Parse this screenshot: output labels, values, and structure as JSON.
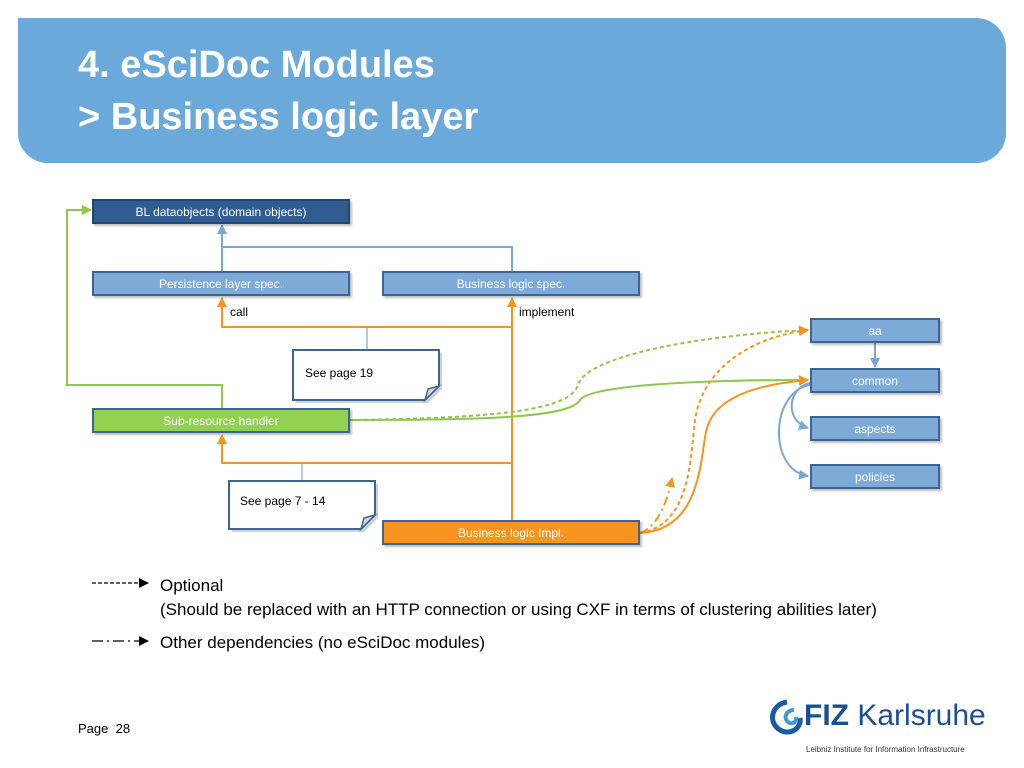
{
  "slide": {
    "title_line1": "4. eSciDoc Modules",
    "title_line2": "> Business logic layer"
  },
  "diagram": {
    "bl_dataobjects": "BL dataobjects (domain objects)",
    "persistence_spec": "Persistence layer spec.",
    "business_logic_spec": "Business logic spec.",
    "sub_resource_handler": "Sub-resource handler",
    "business_logic_impl": "Business logic Impl.",
    "call_label": "call",
    "implement_label": "implement",
    "note_page19": "See page 19",
    "note_page7_14": "See page 7 - 14",
    "modules": [
      "aa",
      "common",
      "aspects",
      "policies"
    ]
  },
  "legend": {
    "optional_title": "Optional",
    "optional_note": "(Should be replaced with an HTTP connection or using CXF in terms of clustering abilities later)",
    "other_dependencies": "Other dependencies (no eSciDoc modules)"
  },
  "footer": {
    "page_label": "Page",
    "page_number": "28",
    "logo_bold": "FIZ",
    "logo_name": "Karlsruhe",
    "logo_subtitle": "Leibniz Institute for Information Infrastructure"
  },
  "colors": {
    "header": "#6aa9d9",
    "dark_box": "#2f5d92",
    "spec_box": "#7eaad8",
    "handler_box": "#92d050",
    "impl_box": "#f7941d"
  }
}
